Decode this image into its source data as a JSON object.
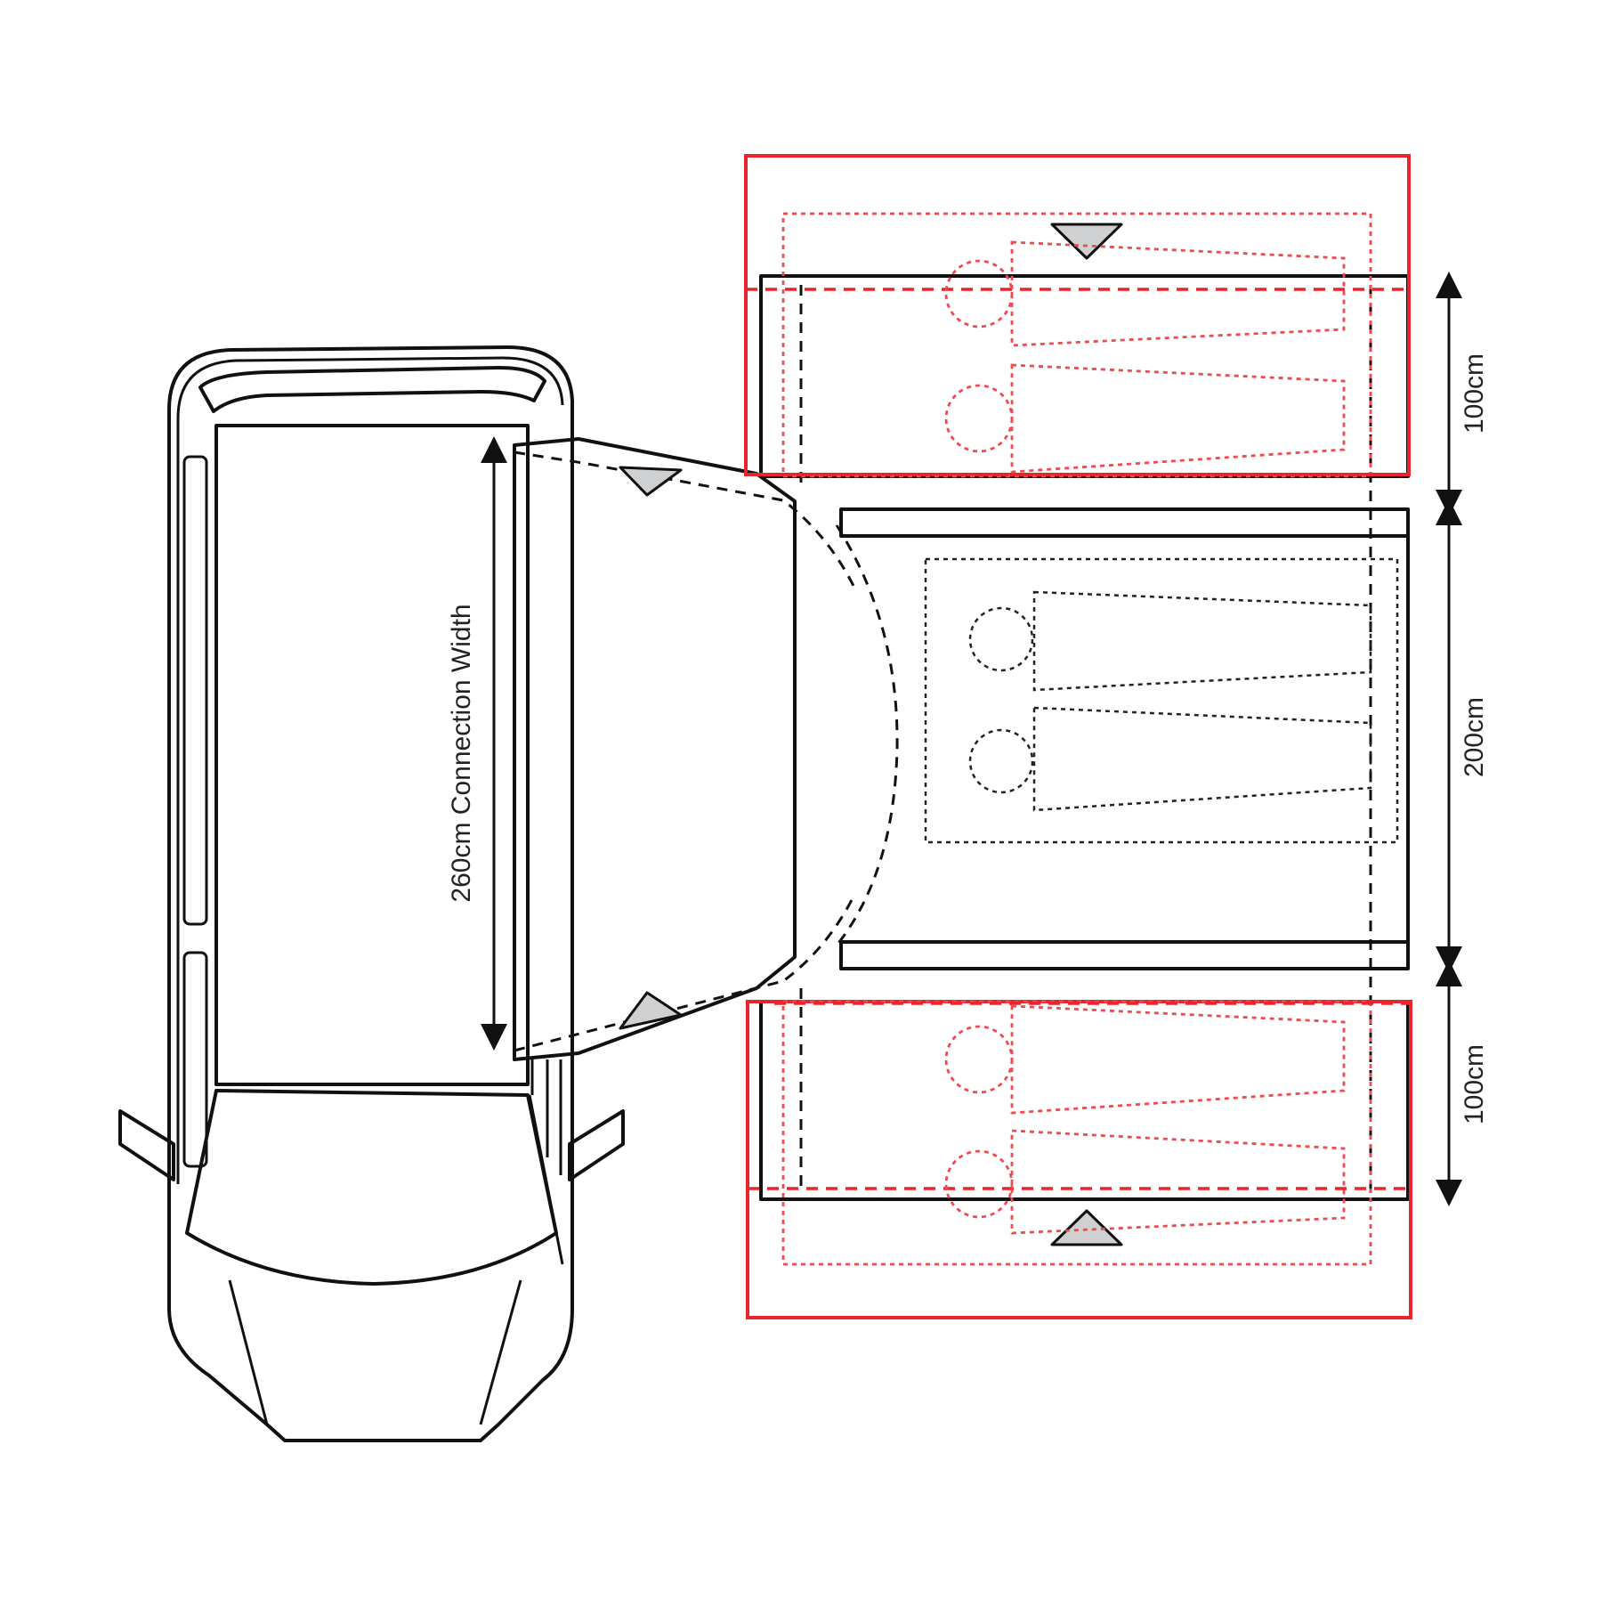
{
  "labels": {
    "connection_width": "260cm Connection Width",
    "side_top": "100cm",
    "side_middle": "200cm",
    "side_bottom": "100cm"
  },
  "colors": {
    "outline": "#111111",
    "optional_annex": "#e8242c",
    "door_marker_fill": "#cfd0d2"
  },
  "icons": {
    "door_marker": "triangle-icon",
    "dimension_arrow": "double-arrow-icon",
    "sleeper": "sleeping-person-icon"
  }
}
